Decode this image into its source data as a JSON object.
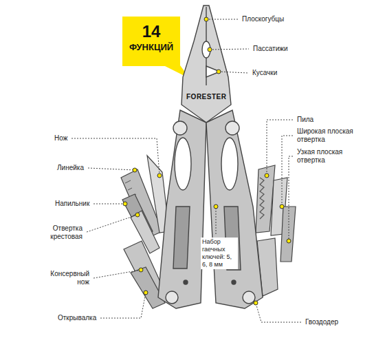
{
  "diagram": {
    "nodes": [
      {
        "text": [
          "14",
          "ФУНКЦИЙ"
        ]
      }
    ],
    "labels": [
      "FORESTER",
      "Плоскогубцы",
      "Пассатижи",
      "Кусачки",
      "Нож",
      "Линейка",
      "Напильник",
      "Отвертка крестовая",
      "Консервный нож",
      "Открывалка",
      "Пила",
      "Широкая плоская отвертка",
      "Узкая плоская отвертка",
      "Набор гаечных ключей: 5, 6, 8 мм",
      "Гвоздодер"
    ]
  }
}
